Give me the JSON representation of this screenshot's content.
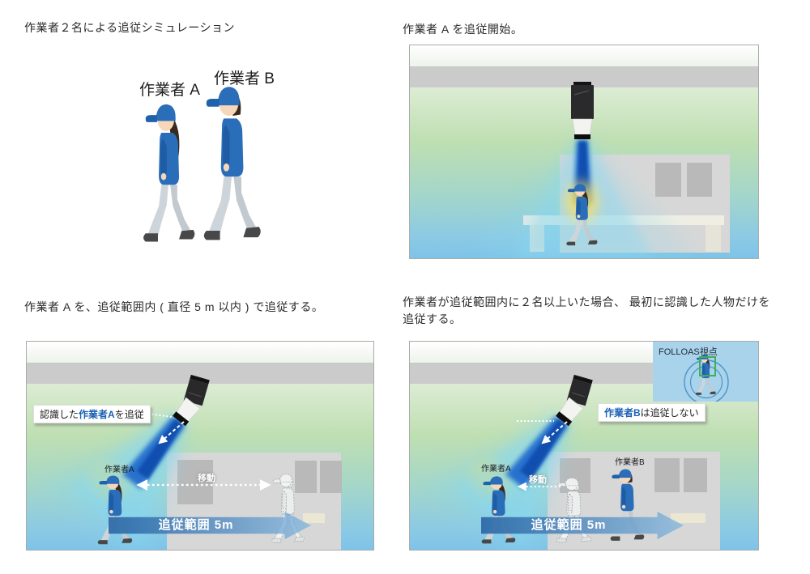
{
  "colors": {
    "accent_blue": "#1a62b5",
    "beam_blue": "#1a66cc",
    "glow_yellow": "#ffe05c",
    "inset_bg": "#a9d3ea",
    "recognition_green": "#3fae5a",
    "range_arrow_blue": "#2c68a6"
  },
  "panels": {
    "intro": {
      "caption": "作業者２名による追従シミュレーション",
      "worker_a_label": "作業者 A",
      "worker_b_label": "作業者 B"
    },
    "start": {
      "caption": "作業者 A を追従開始。"
    },
    "range": {
      "caption": "作業者 A を、追従範囲内 ( 直径 5 m 以内 ) で追従する。",
      "callout_prefix": "認識した",
      "callout_highlight": "作業者A",
      "callout_suffix": "を追従",
      "worker_a_label": "作業者A",
      "move_label": "移動",
      "range_label": "追従範囲 5m"
    },
    "multi": {
      "caption": "作業者が追従範囲内に２名以上いた場合、 最初に認識した人物だけを追従する。",
      "inset_title": "FOLLOAS視点",
      "callout_highlight": "作業者B",
      "callout_suffix": "は追従しない",
      "worker_a_label": "作業者A",
      "worker_b_label": "作業者B",
      "move_label": "移動",
      "range_label": "追従範囲 5m"
    }
  }
}
